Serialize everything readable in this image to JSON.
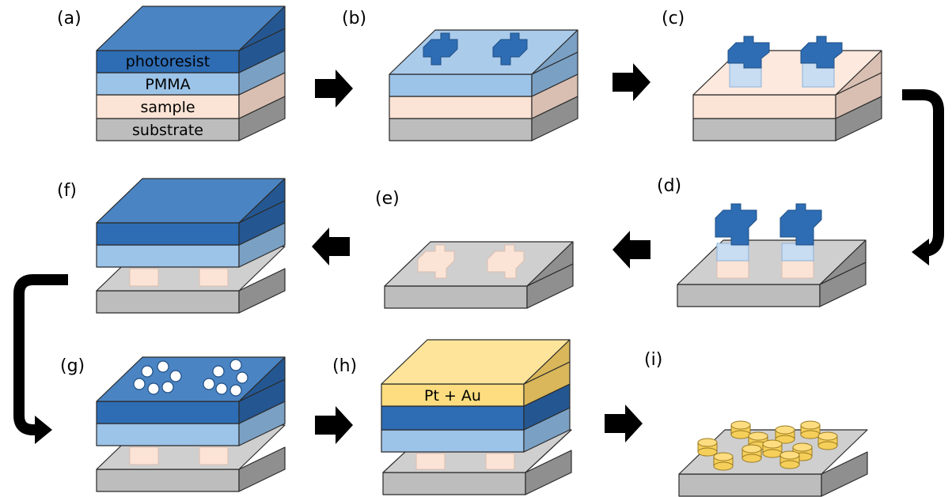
{
  "panels": {
    "a": "(a)",
    "b": "(b)",
    "c": "(c)",
    "d": "(d)",
    "e": "(e)",
    "f": "(f)",
    "g": "(g)",
    "h": "(h)",
    "i": "(i)"
  },
  "layers": {
    "photoresist": "photoresist",
    "pmma": "PMMA",
    "sample": "sample",
    "substrate": "substrate",
    "metal": "Pt + Au"
  },
  "colors": {
    "photoresist": "#2e6db4",
    "pmma": "#9cc3e8",
    "sample": "#fbe3d5",
    "substrate": "#bdbdbd",
    "metal": "#fddd7f",
    "arrow": "#000000"
  },
  "icons": {
    "flow_arrow": "right-arrow-icon",
    "flow_arrow_back": "left-arrow-icon",
    "flow_bend": "bent-arrow-icon"
  }
}
